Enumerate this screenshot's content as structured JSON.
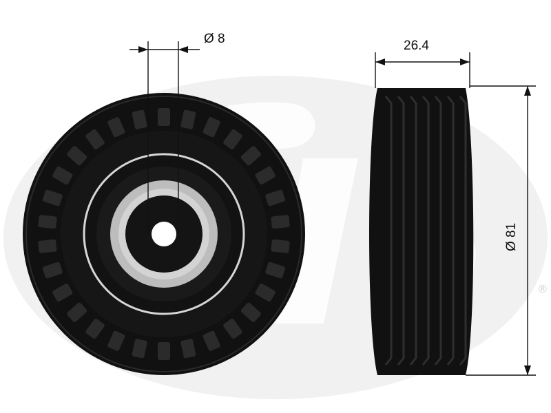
{
  "watermark": {
    "brand": "Gates",
    "registered_mark": "®"
  },
  "dimensions": {
    "bore_diameter": "Ø 8",
    "width": "26.4",
    "outer_diameter": "Ø 81"
  },
  "colors": {
    "pulley_body": "#111111",
    "watermark": "#eeeeee",
    "bearing": "#bdbdbd",
    "background": "#ffffff"
  }
}
